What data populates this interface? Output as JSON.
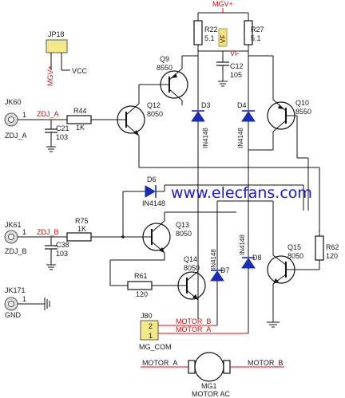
{
  "power": {
    "rail": "MGV+",
    "vcc": "VCC",
    "vf": "VF"
  },
  "jumper": {
    "ref": "JP18",
    "net": "MGV+",
    "vcc": "VCC"
  },
  "connectors": [
    {
      "ref": "JK60",
      "pin": "1",
      "net": "ZDJ_A"
    },
    {
      "ref": "JK61",
      "pin": "1",
      "net": "ZDJ_B"
    },
    {
      "ref": "JK171",
      "pin": "1",
      "net": "GND"
    }
  ],
  "nets": {
    "zdj_a": "ZDJ_A",
    "zdj_b": "ZDJ_B",
    "motor_a": "MOTOR_A",
    "motor_b": "MOTOR_B"
  },
  "resistors": {
    "r44": {
      "ref": "R44",
      "value": "1K"
    },
    "r75": {
      "ref": "R75",
      "value": "1K"
    },
    "r61": {
      "ref": "R61",
      "value": "120"
    },
    "r62": {
      "ref": "R62",
      "value": "120"
    },
    "r22": {
      "ref": "R22",
      "value": "5.1"
    },
    "r27": {
      "ref": "R27",
      "value": "5.1"
    }
  },
  "capacitors": {
    "c21": {
      "ref": "C21",
      "value": "103"
    },
    "c38": {
      "ref": "C38",
      "value": "103"
    },
    "c12": {
      "ref": "C12",
      "value": "105"
    }
  },
  "transistors": {
    "q9": {
      "ref": "Q9",
      "value": "8550"
    },
    "q10": {
      "ref": "Q10",
      "value": "8550"
    },
    "q12": {
      "ref": "Q12",
      "value": "8050"
    },
    "q13": {
      "ref": "Q13",
      "value": "8050"
    },
    "q14": {
      "ref": "Q14",
      "value": "8050"
    },
    "q15": {
      "ref": "Q15",
      "value": "8050"
    }
  },
  "diodes": {
    "d3": {
      "ref": "D3",
      "value": "IN4148"
    },
    "d4": {
      "ref": "D4",
      "value": "IN4148"
    },
    "d6": {
      "ref": "D6",
      "value": "IN4148"
    },
    "d7": {
      "ref": "D7",
      "value": "IN4148"
    },
    "d8": {
      "ref": "D8",
      "value": "IN4148"
    }
  },
  "header": {
    "ref": "J80",
    "name": "MG_COM",
    "pin2": "2",
    "pin1": "1",
    "motor_b": "MOTOR_B",
    "motor_a": "MOTOR_A"
  },
  "motor": {
    "left": "MOTOR_A",
    "right": "MOTOR_B",
    "ref": "MG1",
    "name": "MOTOR AC"
  },
  "watermark": "www.elecfans.com"
}
